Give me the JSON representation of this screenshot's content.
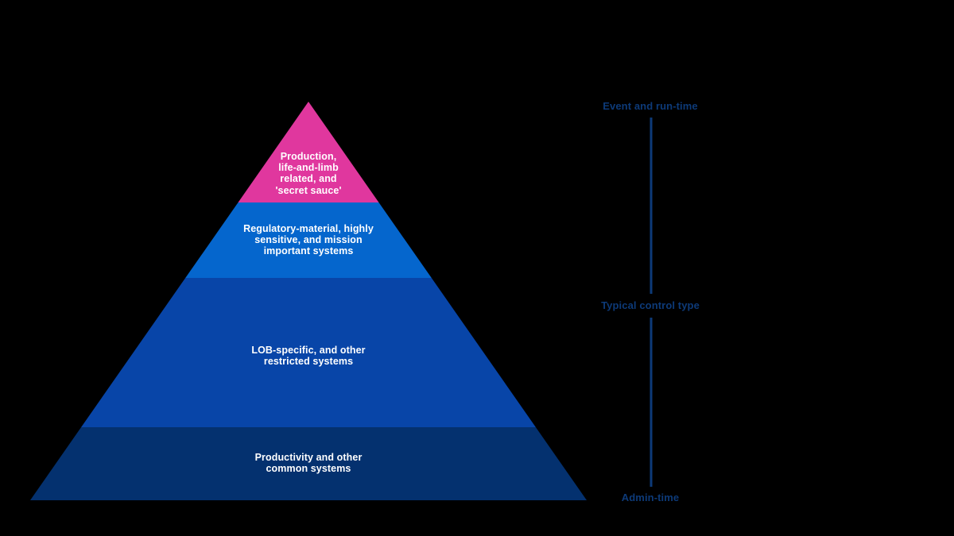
{
  "background_color": "#000000",
  "pyramid": {
    "tiers": [
      {
        "name": "tier-1-top",
        "label": "Production,\nlife-and-limb\nrelated, and\n'secret sauce'",
        "color": "#E0379E",
        "text_color": "#FFFFFF"
      },
      {
        "name": "tier-2",
        "label": "Regulatory-material, highly\nsensitive, and mission\nimportant systems",
        "color": "#0566CD",
        "text_color": "#FFFFFF"
      },
      {
        "name": "tier-3",
        "label": "LOB-specific, and other\nrestricted systems",
        "color": "#0845A8",
        "text_color": "#FFFFFF"
      },
      {
        "name": "tier-4-base",
        "label": "Productivity and other\ncommon systems",
        "color": "#04316F",
        "text_color": "#FFFFFF"
      }
    ]
  },
  "axis": {
    "top_label": "Event and run-time",
    "middle_label": "Typical control type",
    "bottom_label": "Admin-time",
    "line_color": "#0D3A78",
    "label_color": "#0D3A78"
  }
}
